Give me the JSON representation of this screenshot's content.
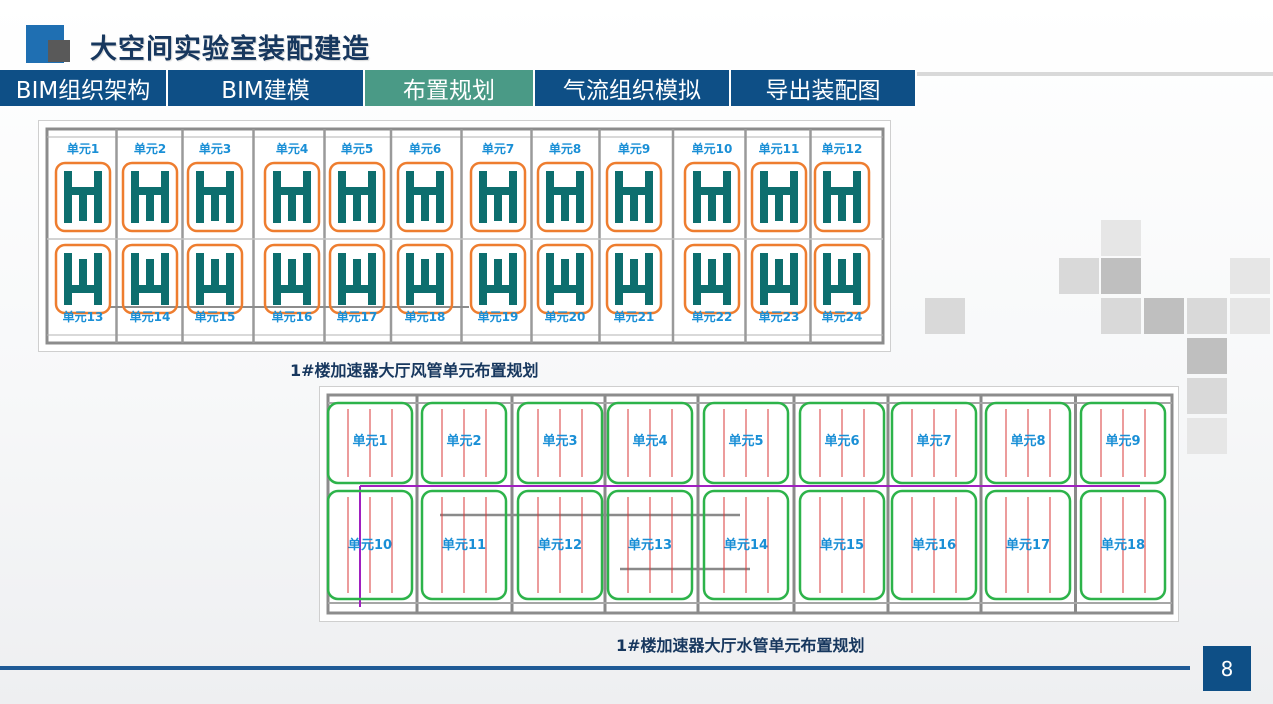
{
  "header": {
    "title": "大空间实验室装配建造"
  },
  "tabs": [
    {
      "label": "BIM组织架构",
      "active": false
    },
    {
      "label": "BIM建模",
      "active": false
    },
    {
      "label": "布置规划",
      "active": true
    },
    {
      "label": "气流组织模拟",
      "active": false
    },
    {
      "label": "导出装配图",
      "active": false
    }
  ],
  "duct_plan": {
    "caption": "1#楼加速器大厅风管单元布置规划",
    "units": [
      "单元1",
      "单元2",
      "单元3",
      "单元4",
      "单元5",
      "单元6",
      "单元7",
      "单元8",
      "单元9",
      "单元10",
      "单元11",
      "单元12",
      "单元13",
      "单元14",
      "单元15",
      "单元16",
      "单元17",
      "单元18",
      "单元19",
      "单元20",
      "单元21",
      "单元22",
      "单元23",
      "单元24"
    ]
  },
  "water_plan": {
    "caption": "1#楼加速器大厅水管单元布置规划",
    "units": [
      "单元1",
      "单元2",
      "单元3",
      "单元4",
      "单元5",
      "单元6",
      "单元7",
      "单元8",
      "单元9",
      "单元10",
      "单元11",
      "单元12",
      "单元13",
      "单元14",
      "单元15",
      "单元16",
      "单元17",
      "单元18"
    ]
  },
  "footer": {
    "page_number": "8"
  },
  "colors": {
    "brand_dark": "#0e4f86",
    "tab_active": "#4a9a86",
    "duct_outline": "#ee7d2f",
    "duct_fill": "#0d6e6e",
    "water_outline": "#2db34a",
    "unit_label": "#1a8fd6"
  }
}
